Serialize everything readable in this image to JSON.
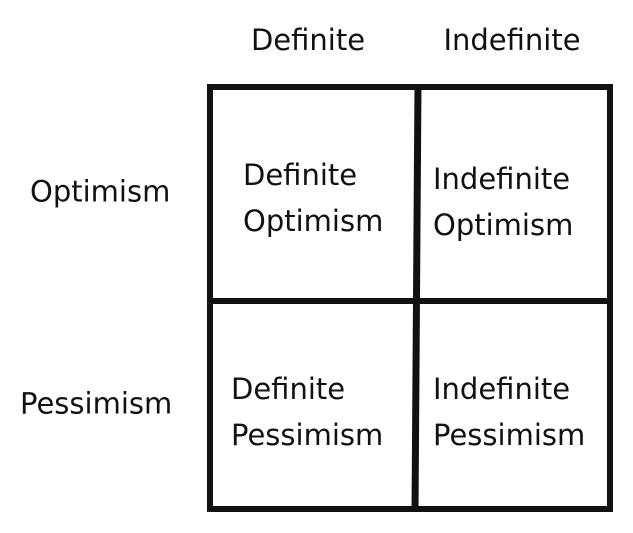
{
  "columns": {
    "definite": "Definite",
    "indefinite": "Indefinite"
  },
  "rows": {
    "optimism": "Optimism",
    "pessimism": "Pessimism"
  },
  "cells": {
    "definite_optimism": [
      "Definite",
      "Optimism"
    ],
    "indefinite_optimism": [
      "Indefinite",
      "Optimism"
    ],
    "definite_pessimism": [
      "Definite",
      "Pessimism"
    ],
    "indefinite_pessimism": [
      "Indefinite",
      "Pessimism"
    ]
  }
}
